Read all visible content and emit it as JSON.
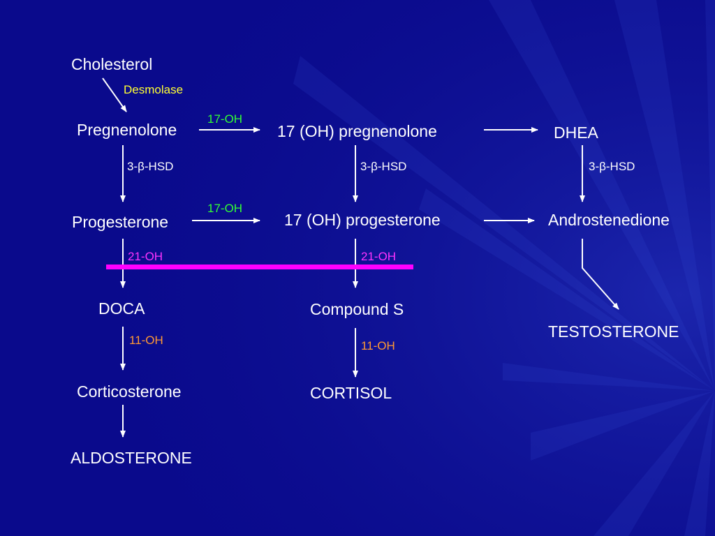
{
  "colors": {
    "background": "#0a0a8c",
    "text": "#ffffff",
    "desmolase": "#ffff33",
    "hydroxylase_17": "#33ff33",
    "hydroxylase_21": "#ff33ff",
    "hydroxylase_11": "#ff9933",
    "hsd": "#ffffff",
    "block_bar": "#ff00ff"
  },
  "nodes": {
    "cholesterol": "Cholesterol",
    "pregnenolone": "Pregnenolone",
    "oh17_pregnenolone": "17 (OH) pregnenolone",
    "dhea": "DHEA",
    "progesterone": "Progesterone",
    "oh17_progesterone": "17 (OH) progesterone",
    "androstenedione": "Androstenedione",
    "doca": "DOCA",
    "compound_s": "Compound S",
    "testosterone": "TESTOSTERONE",
    "corticosterone": "Corticosterone",
    "cortisol": "CORTISOL",
    "aldosterone": "ALDOSTERONE"
  },
  "enzymes": {
    "desmolase": "Desmolase",
    "oh17_top": "17-OH",
    "oh17_middle": "17-OH",
    "hsd_left": "3-β-HSD",
    "hsd_middle": "3-β-HSD",
    "hsd_right": "3-β-HSD",
    "oh21_left": "21-OH",
    "oh21_middle": "21-OH",
    "oh11_left": "11-OH",
    "oh11_middle": "11-OH"
  }
}
